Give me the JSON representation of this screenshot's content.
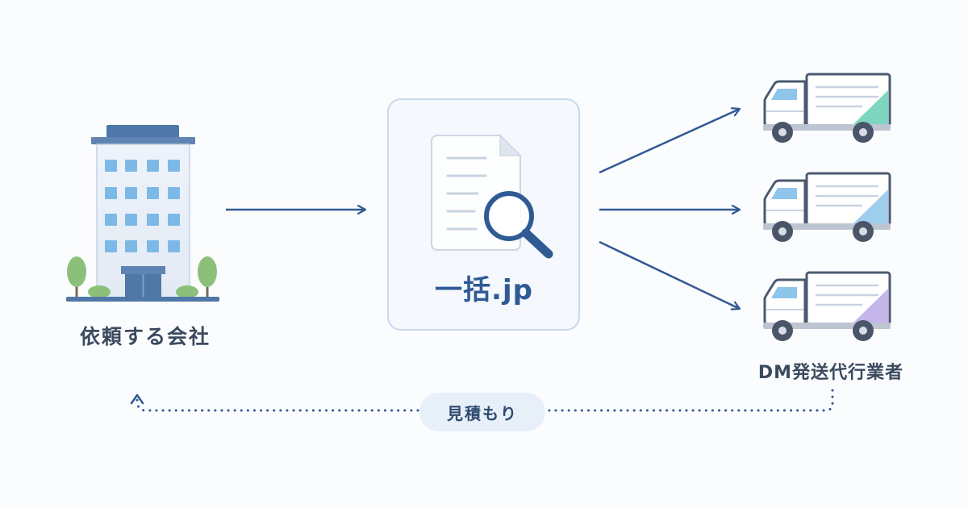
{
  "client": {
    "label": "依頼する会社"
  },
  "service": {
    "name": "一括.jp"
  },
  "vendors": {
    "label": "DM発送代行業者",
    "accent_colors": [
      "#7fd6c0",
      "#9fcdee",
      "#c4b5ea"
    ]
  },
  "feedback": {
    "label": "見積もり"
  },
  "colors": {
    "arrow": "#2f5a94",
    "building_window": "#7db9e6",
    "card_border": "#c9d9ec",
    "text": "#3b4a5e"
  }
}
